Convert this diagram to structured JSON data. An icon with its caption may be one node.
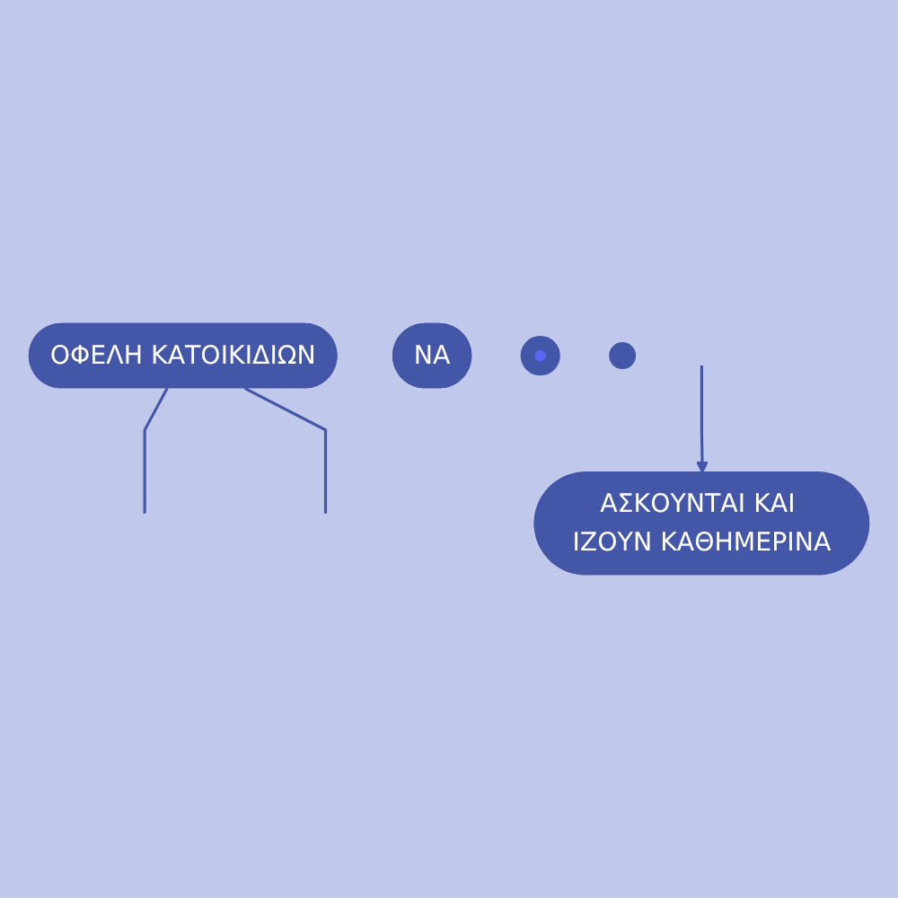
{
  "diagram": {
    "nodes": [
      {
        "text": [
          "ΟΦΕΛΗ ΚΑΤΟΙΚΙΔΙΩΝ"
        ]
      },
      {
        "text": [
          "ΝΑ"
        ]
      },
      {
        "text": [],
        "shape": "circle"
      },
      {
        "text": [
          "ΑΣΚΟΥΝΤΑΙ ΚΑΙ ΙΖΟΥΝ ΚΑΘΗΜΕΡΙΝΑ"
        ]
      },
      {
        "text": [],
        "shape": "circle"
      }
    ],
    "edges": [
      {
        "from": 0,
        "to": null,
        "arrow": "none"
      },
      {
        "from": 0,
        "to": null,
        "arrow": "none"
      },
      {
        "from": null,
        "to": 3,
        "arrow": "to"
      }
    ]
  }
}
